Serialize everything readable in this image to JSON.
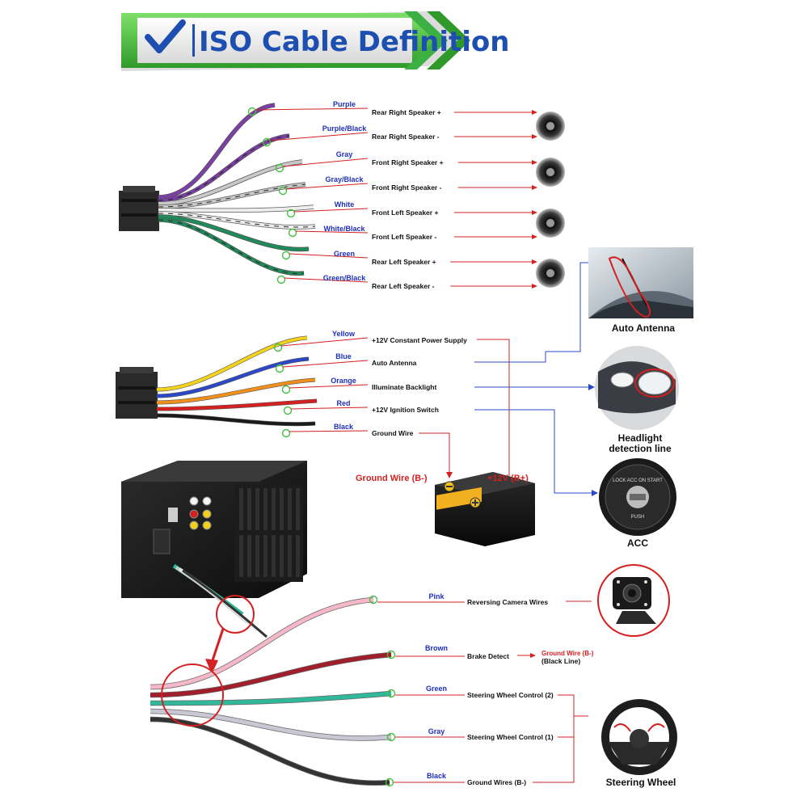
{
  "banner": {
    "title": "ISO Cable Definition",
    "check_icon": "check-icon",
    "arrows_icon": "double-chevron-icon",
    "accent": "#3cb043"
  },
  "top_harness": [
    {
      "color": "Purple",
      "function": "Rear Right Speaker +",
      "wire": "#7b3fa5",
      "stripe": ""
    },
    {
      "color": "Purple/Black",
      "function": "Rear Right Speaker -",
      "wire": "#7b3fa5",
      "stripe": "#222222"
    },
    {
      "color": "Gray",
      "function": "Front Right Speaker +",
      "wire": "#c8c8c8",
      "stripe": ""
    },
    {
      "color": "Gray/Black",
      "function": "Front Right Speaker -",
      "wire": "#c8c8c8",
      "stripe": "#222222"
    },
    {
      "color": "White",
      "function": "Front Left Speaker +",
      "wire": "#eeeeee",
      "stripe": ""
    },
    {
      "color": "White/Black",
      "function": "Front Left Speaker -",
      "wire": "#eeeeee",
      "stripe": "#222222"
    },
    {
      "color": "Green",
      "function": "Rear Left Speaker +",
      "wire": "#1f8a5a",
      "stripe": ""
    },
    {
      "color": "Green/Black",
      "function": "Rear Left Speaker -",
      "wire": "#1f8a5a",
      "stripe": "#222222"
    }
  ],
  "mid_harness": [
    {
      "color": "Yellow",
      "function": "+12V Constant Power Supply",
      "wire": "#f3d21c"
    },
    {
      "color": "Blue",
      "function": "Auto Antenna",
      "wire": "#2a48c8"
    },
    {
      "color": "Orange",
      "function": "Illuminate Backlight",
      "wire": "#f0901a"
    },
    {
      "color": "Red",
      "function": "+12V  Ignition Switch",
      "wire": "#d42020"
    },
    {
      "color": "Black",
      "function": "Ground Wire",
      "wire": "#1a1a1a"
    }
  ],
  "battery": {
    "ground_label": "Ground Wire (B-)",
    "plus_label": "+12V  (B+)"
  },
  "devices": {
    "antenna": "Auto Antenna",
    "headlight_line1": "Headlight",
    "headlight_line2": "detection line",
    "acc": "ACC",
    "acc_key_text": "LOCK  ACC  ON  START",
    "acc_push": "PUSH",
    "steering": "Steering Wheel"
  },
  "rear_harness": [
    {
      "color": "Pink",
      "function": "Reversing Camera Wires",
      "wire": "#f4b8c8"
    },
    {
      "color": "Brown",
      "function": "Brake Detect",
      "wire": "#a01f2a"
    },
    {
      "color": "Green",
      "function": "Steering Wheel Control (2)",
      "wire": "#2fb89a"
    },
    {
      "color": "Gray",
      "function": "Steering Wheel Control (1)",
      "wire": "#c8c8d4"
    },
    {
      "color": "Black",
      "function": "Ground Wires (B-)",
      "wire": "#333333"
    }
  ],
  "brake_note": {
    "line1": "Ground Wire (B-)",
    "line2": "(Black Line)"
  }
}
